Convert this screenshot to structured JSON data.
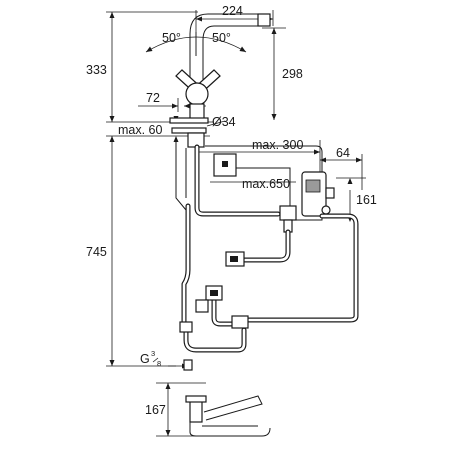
{
  "dimensions": {
    "spout_reach": "224",
    "overall_height": "333",
    "spout_height": "298",
    "swivel_left": "50°",
    "swivel_right": "50°",
    "lever_offset": "72",
    "deck_thickness": "max. 60",
    "hole_diameter": "Ø34",
    "control_distance": "max. 300",
    "box_width": "64",
    "hose_length": "max.650",
    "box_height": "161",
    "hose_drop": "745",
    "connection_thread_prefix": "G",
    "connection_thread_num": "3",
    "connection_thread_den": "8",
    "side_height": "167"
  }
}
